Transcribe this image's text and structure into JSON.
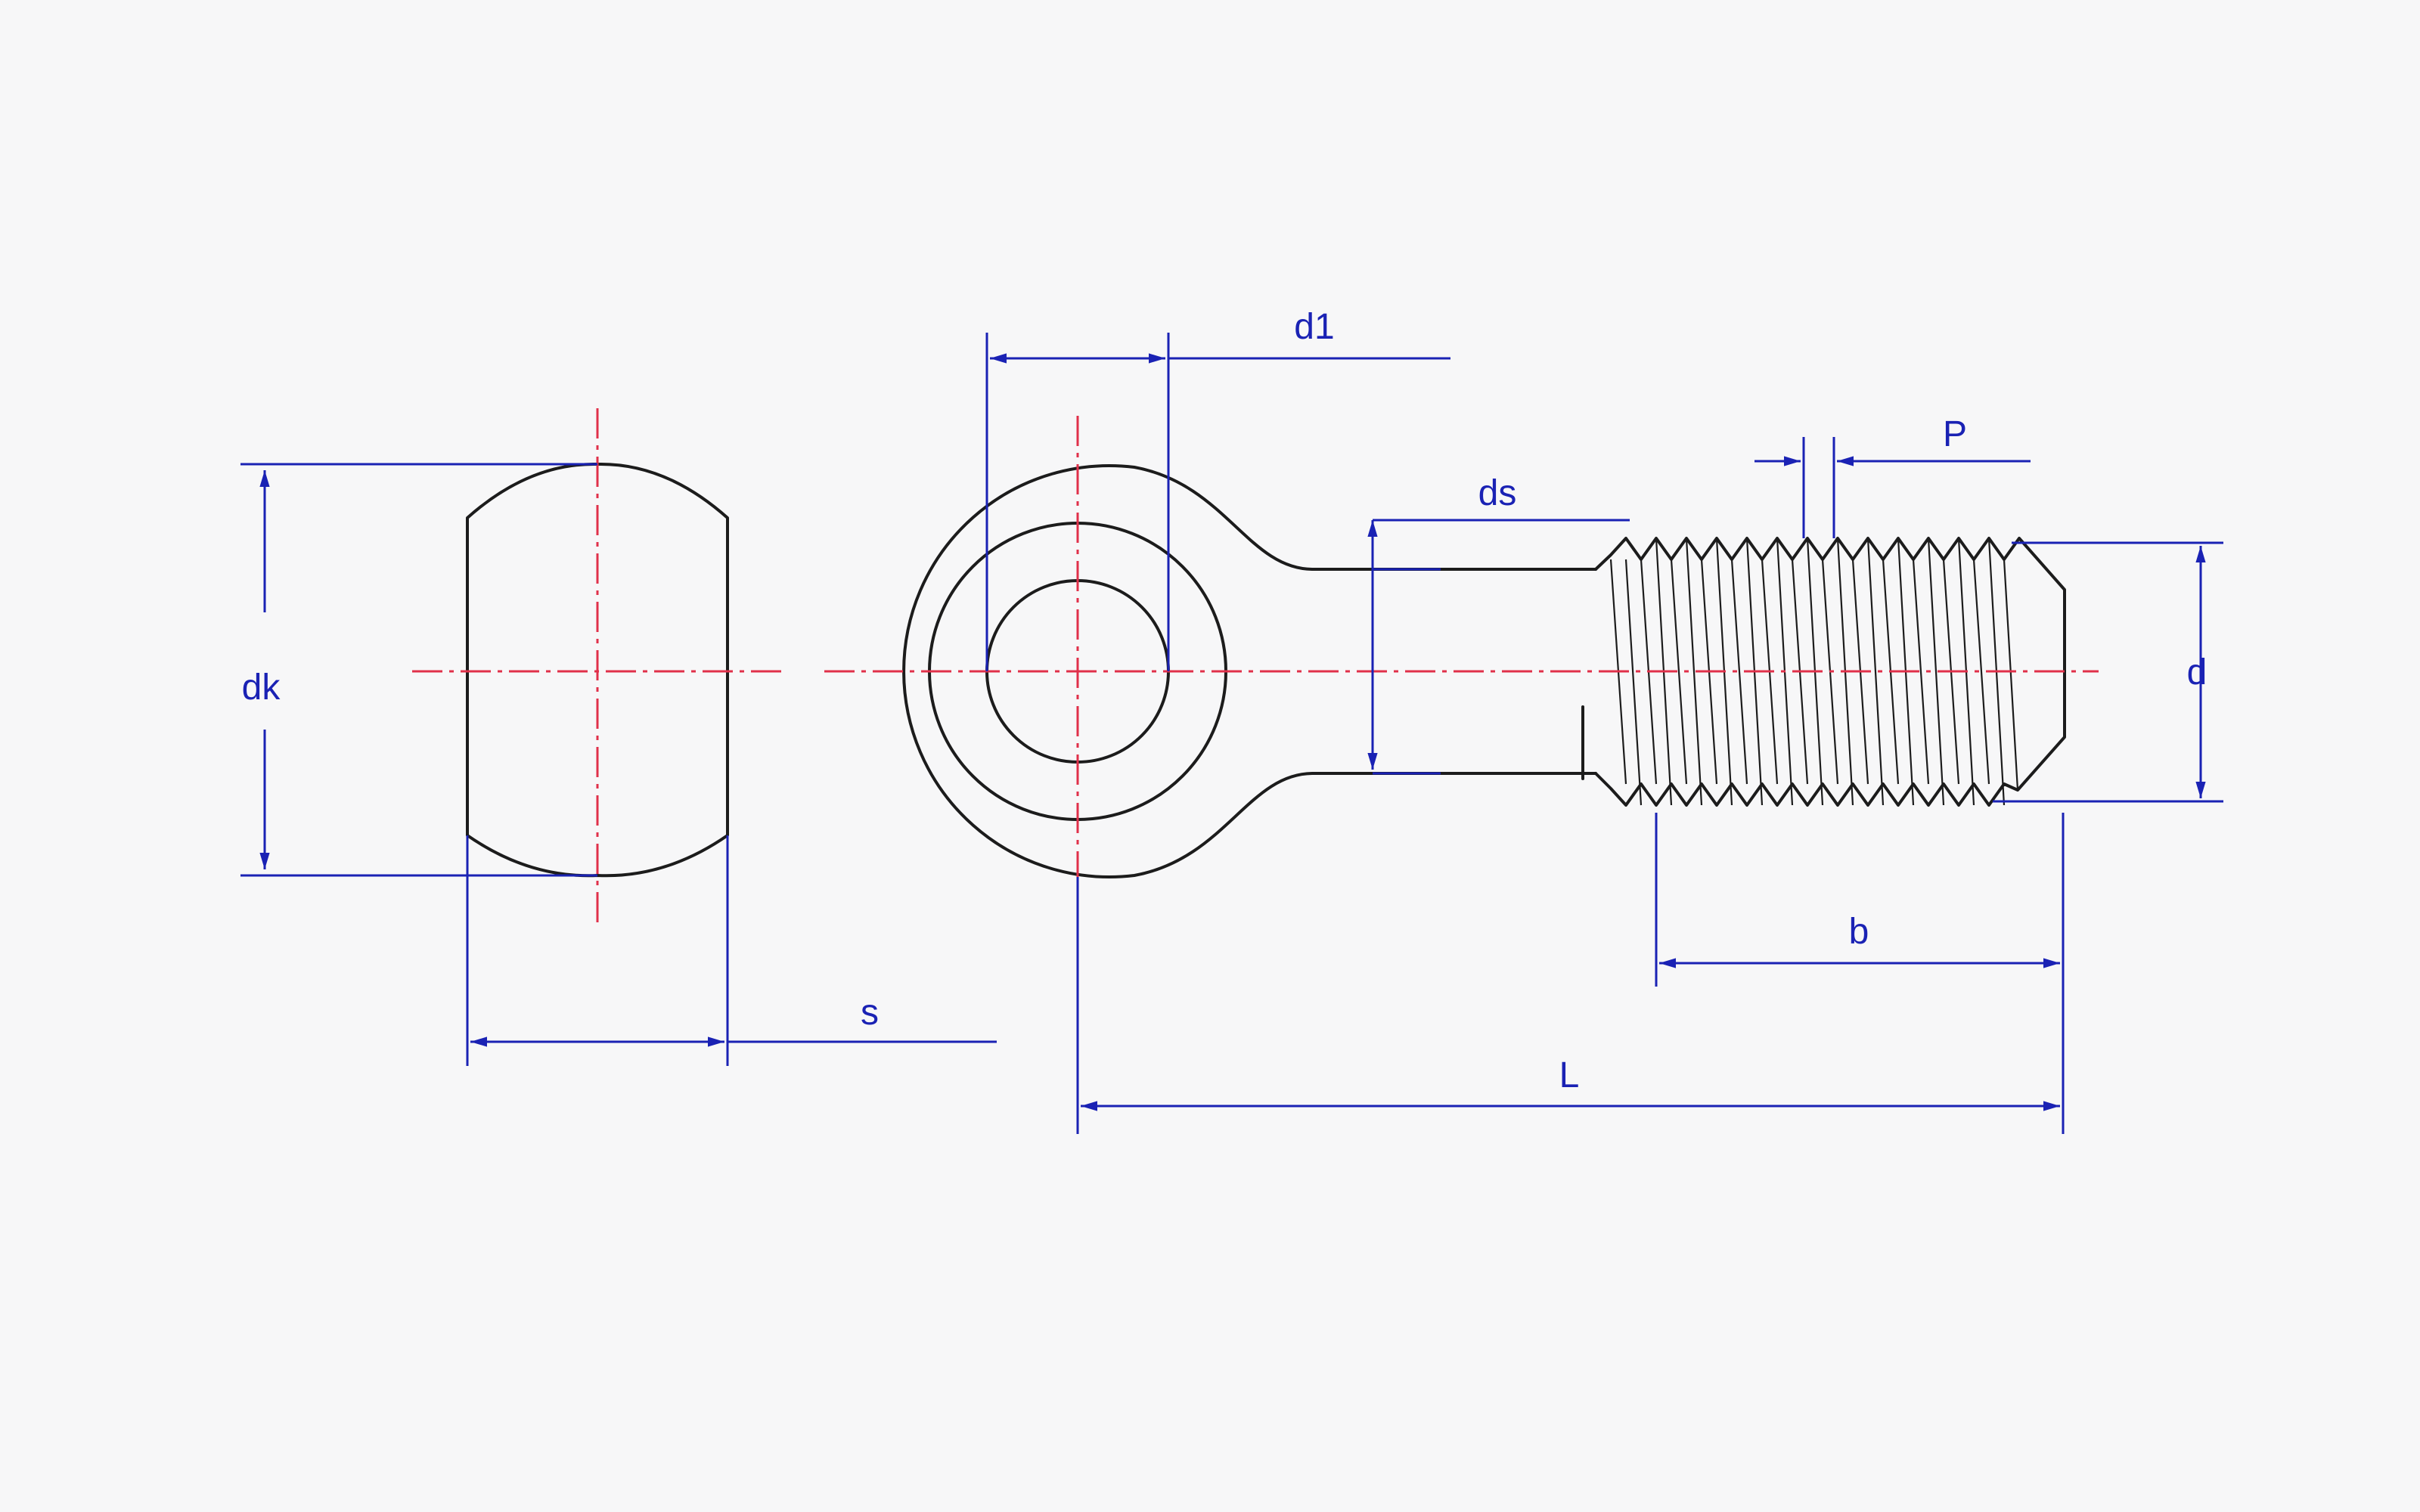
{
  "colors": {
    "background": "#f7f7f8",
    "outline": "#1c1c1c",
    "dimension": "#1a22b4",
    "centerline": "#e0304a"
  },
  "labels": {
    "dk": "dk",
    "s": "s",
    "d1": "d1",
    "ds": "ds",
    "P": "P",
    "d": "d",
    "b": "b",
    "L": "L"
  }
}
